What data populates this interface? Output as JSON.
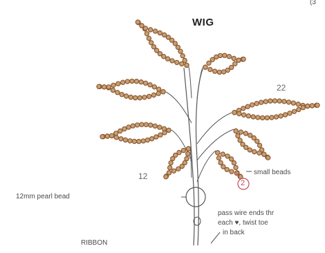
{
  "diagram": {
    "corner_text": "(3",
    "title": "WIG",
    "count_left": "12",
    "count_right": "22",
    "step_label": "2",
    "labels": {
      "small_beads": "small beads",
      "pearl_bead": "12mm pearl bead",
      "instruction_line1": "pass wire ends thr",
      "instruction_line2a": "each",
      "instruction_heart": "♥",
      "instruction_line2b": "twist toe",
      "in_back": "in back",
      "ribbon": "RIBBON"
    },
    "colors": {
      "bead_outline": "#8b5a2e",
      "bead_fill": "#c8a07a",
      "wire": "#555555",
      "text": "#4a4a4a",
      "step_marker": "#c04a5a"
    }
  }
}
